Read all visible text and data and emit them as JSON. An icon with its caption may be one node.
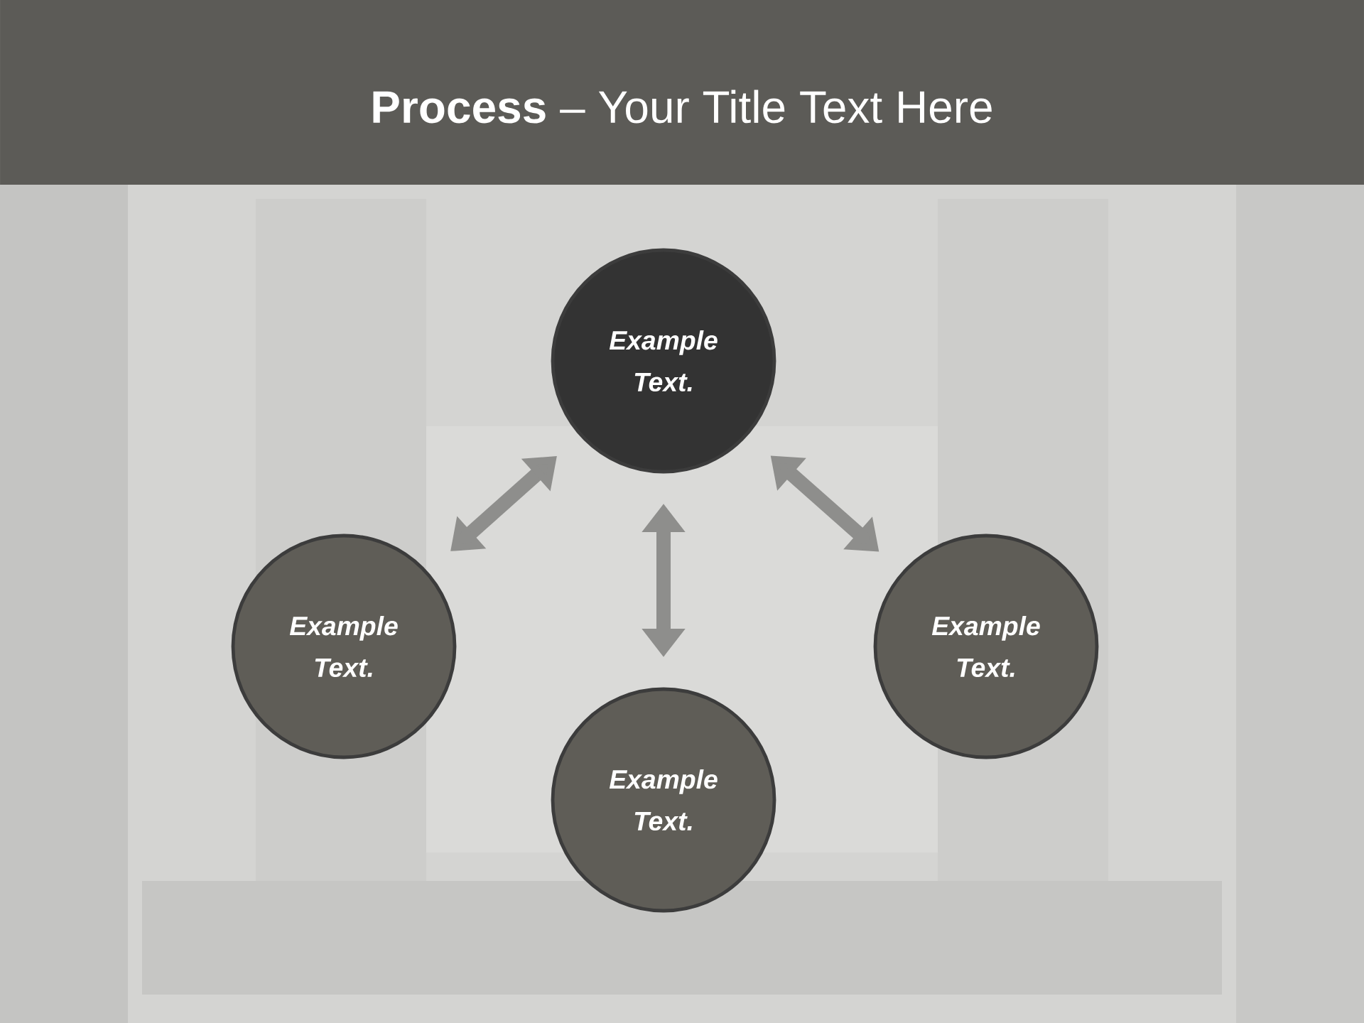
{
  "diagram": {
    "title": "**Process** – Your Title Text Here",
    "nodes": [
      {
        "text": [
          "Example Text."
        ]
      },
      {
        "text": [
          "Example Text."
        ]
      },
      {
        "text": [
          "Example Text."
        ]
      },
      {
        "text": [
          "Example Text."
        ]
      }
    ],
    "edges": [
      {
        "from": 1,
        "to": 0,
        "arrow": "both"
      },
      {
        "from": 0,
        "to": 3,
        "arrow": "both"
      },
      {
        "from": 0,
        "to": 2,
        "arrow": "both"
      }
    ]
  }
}
